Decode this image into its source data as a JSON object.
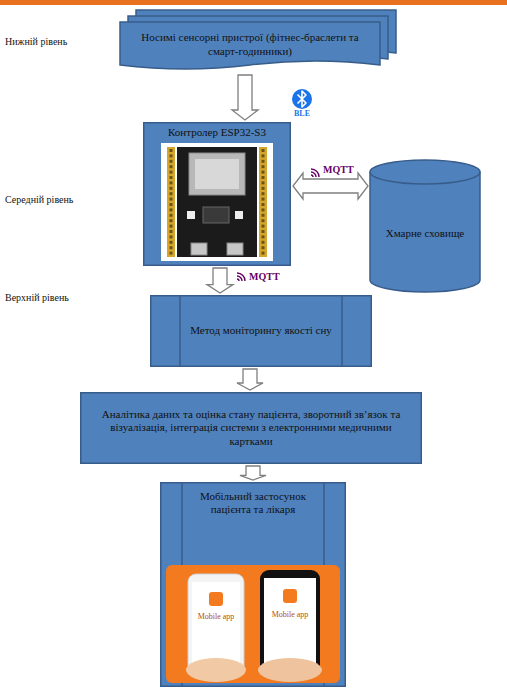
{
  "diagram": {
    "nodes": [
      {
        "text": [
          "Носимі сенсорні пристрої (фітнес-браслети та смарт-годинники)"
        ]
      },
      {
        "text": [
          "Контролер ESP32-S3"
        ]
      },
      {
        "text": [
          "Хмарне сховище"
        ]
      },
      {
        "text": [
          "Метод моніторингу якості сну"
        ]
      },
      {
        "text": [
          "Аналітика даних та оцінка стану пацієнта, зворотний зв’язок та візуалізація, інтеграція системи з електронними медичними картками"
        ]
      },
      {
        "text": [
          "Мобільний застосунок пацієнта та лікаря"
        ]
      }
    ],
    "edges": [
      {
        "from": 0,
        "to": 1,
        "arrow": "to"
      },
      {
        "from": 1,
        "to": 2,
        "arrow": "both",
        "label": "MQTT"
      },
      {
        "from": 1,
        "to": 3,
        "arrow": "to",
        "label": "MQTT"
      },
      {
        "from": 3,
        "to": 4,
        "arrow": "to"
      },
      {
        "from": 4,
        "to": 5,
        "arrow": "to"
      }
    ],
    "labels": [
      "Нижній рівень",
      "Середній рівень",
      "Верхній рівень",
      "BLE",
      "Mobile app",
      "Mobile app"
    ]
  }
}
